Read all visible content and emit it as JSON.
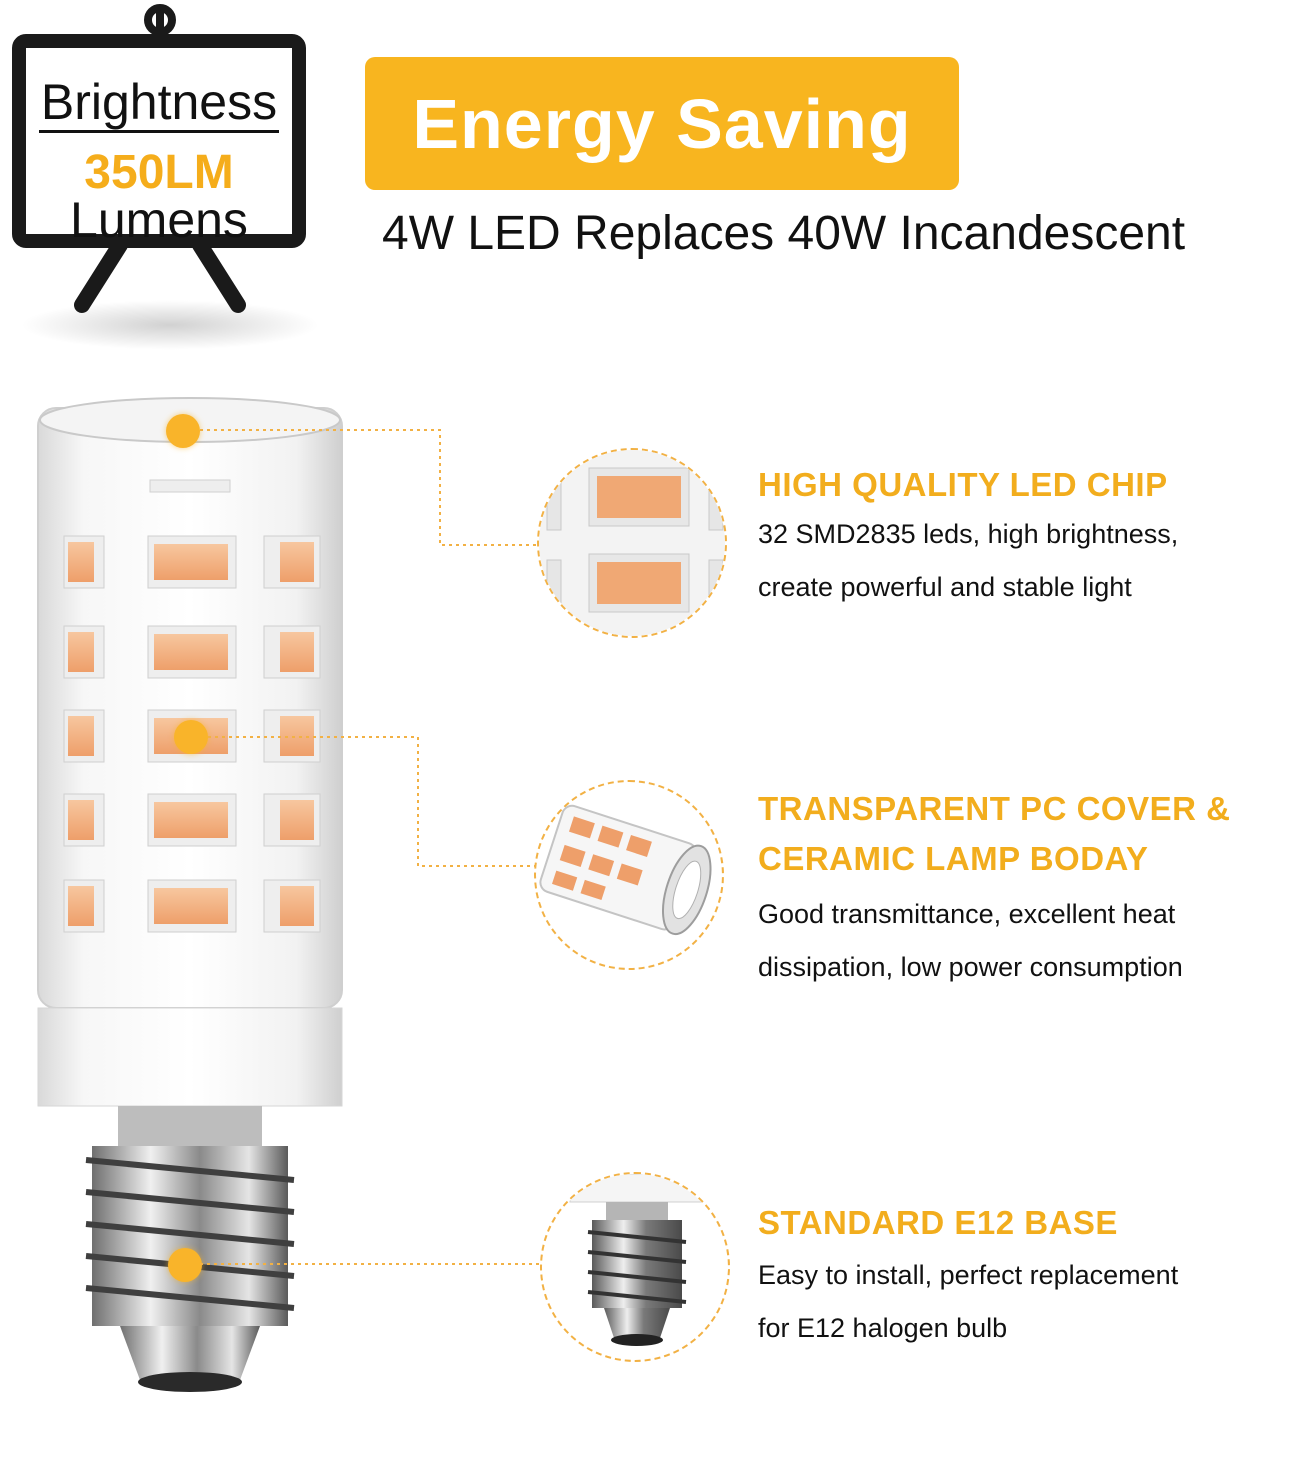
{
  "brightness": {
    "title": "Brightness",
    "value": "350LM",
    "unit": "Lumens"
  },
  "energy": {
    "badge": "Energy Saving",
    "subtitle": "4W LED Replaces 40W Incandescent"
  },
  "features": [
    {
      "title": "HIGH QUALITY LED CHIP",
      "lines": [
        "32 SMD2835 leds, high brightness,",
        "create powerful and stable light"
      ]
    },
    {
      "title_lines": [
        "TRANSPARENT PC COVER &",
        "CERAMIC LAMP BODAY"
      ],
      "lines": [
        "Good transmittance, excellent heat",
        "dissipation, low power consumption"
      ]
    },
    {
      "title": "STANDARD E12 BASE",
      "lines": [
        "Easy to install, perfect replacement",
        "for E12 halogen bulb"
      ]
    }
  ],
  "colors": {
    "accent": "#f8b51f",
    "led_chip": "#f3b27f",
    "text": "#111111"
  }
}
